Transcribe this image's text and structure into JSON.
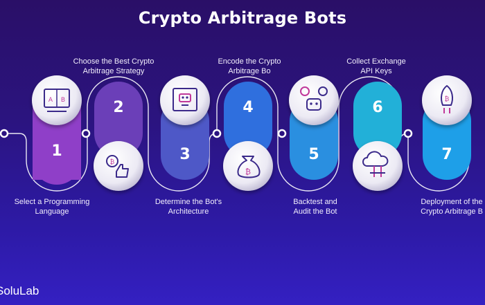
{
  "title": "Crypto Arbitrage Bots",
  "brand": "SoluLab",
  "steps": [
    {
      "number": "1",
      "label_lines": [
        "Select a Programming",
        "Language"
      ],
      "color": "#8f3fc8",
      "icon": "code-editor-icon"
    },
    {
      "number": "2",
      "label_lines": [
        "Choose the Best Crypto",
        "Arbitrage Strategy"
      ],
      "color": "#6b3fb8",
      "icon": "bitcoin-thumbs-up-icon"
    },
    {
      "number": "3",
      "label_lines": [
        "Determine the Bot's",
        "Architecture"
      ],
      "color": "#4e58c7",
      "icon": "robot-blueprint-icon"
    },
    {
      "number": "4",
      "label_lines": [
        "Encode the Crypto",
        "Arbitrage Bo"
      ],
      "color": "#2f6fde",
      "icon": "bitcoin-money-bag-icon"
    },
    {
      "number": "5",
      "label_lines": [
        "Backtest and",
        "Audit the Bot"
      ],
      "color": "#2a8fe0",
      "icon": "bot-check-cross-icon"
    },
    {
      "number": "6",
      "label_lines": [
        "Collect Exchange",
        "API Keys"
      ],
      "color": "#22b0d8",
      "icon": "cloud-network-icon"
    },
    {
      "number": "7",
      "label_lines": [
        "Deployment of the",
        "Crypto Arbitrage B"
      ],
      "color": "#1e9fe8",
      "icon": "bitcoin-rocket-icon"
    }
  ],
  "colors": {
    "background_top": "#2a0f67",
    "background_bottom": "#3420c2",
    "connector": "#ffffff"
  }
}
